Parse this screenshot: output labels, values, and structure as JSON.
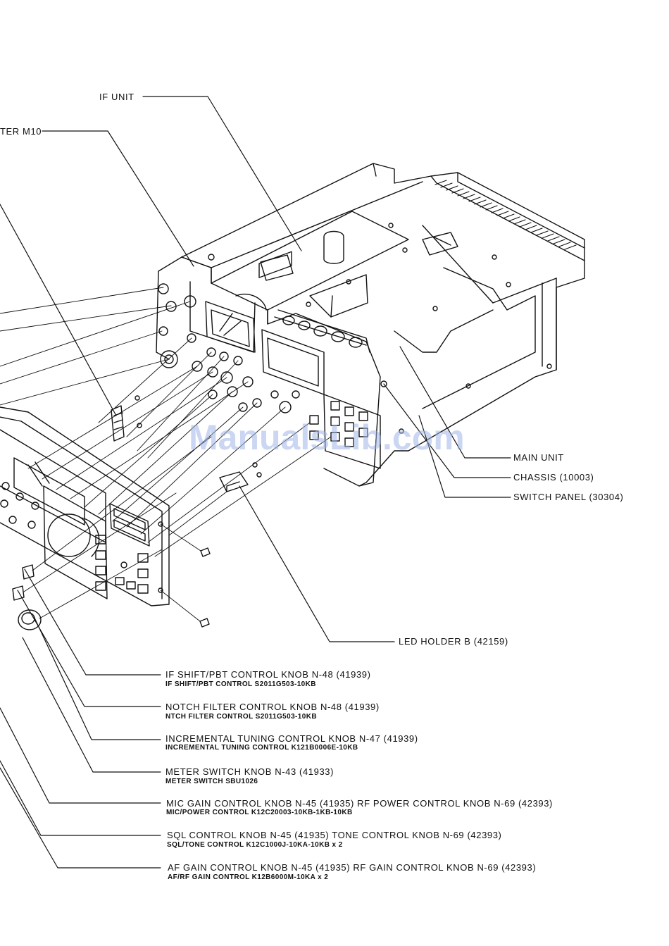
{
  "watermark": "ManualsLib.com",
  "labels": {
    "if_unit": "IF UNIT",
    "meter": "TER M10",
    "main_unit": "MAIN UNIT",
    "chassis": "CHASSIS (10003)",
    "switch_panel": "SWITCH PANEL (30304)",
    "led_holder": "LED HOLDER B (42159)"
  },
  "parts": [
    {
      "main": "IF SHIFT/PBT CONTROL KNOB N-48 (41939)",
      "sub": "IF SHIFT/PBT CONTROL S2011G503-10KB"
    },
    {
      "main": "NOTCH FILTER CONTROL KNOB N-48 (41939)",
      "sub": "NTCH FILTER CONTROL S2011G503-10KB"
    },
    {
      "main": "INCREMENTAL TUNING CONTROL KNOB N-47 (41939)",
      "sub": "INCREMENTAL TUNING CONTROL K121B0006E-10KB"
    },
    {
      "main": "METER SWITCH KNOB N-43 (41933)",
      "sub": "METER SWITCH SBU1026"
    },
    {
      "main": "MIC GAIN CONTROL KNOB N-45 (41935) RF POWER CONTROL KNOB N-69 (42393)",
      "sub": "MIC/POWER CONTROL K12C20003-10KB-1KB-10KB"
    },
    {
      "main": "SQL CONTROL KNOB N-45 (41935) TONE CONTROL KNOB N-69 (42393)",
      "sub": "SQL/TONE CONTROL K12C1000J-10KA-10KB x 2"
    },
    {
      "main": "AF GAIN CONTROL KNOB N-45 (41935) RF GAIN CONTROL KNOB N-69 (42393)",
      "sub": "AF/RF GAIN CONTROL K12B6000M-10KA x 2"
    }
  ]
}
